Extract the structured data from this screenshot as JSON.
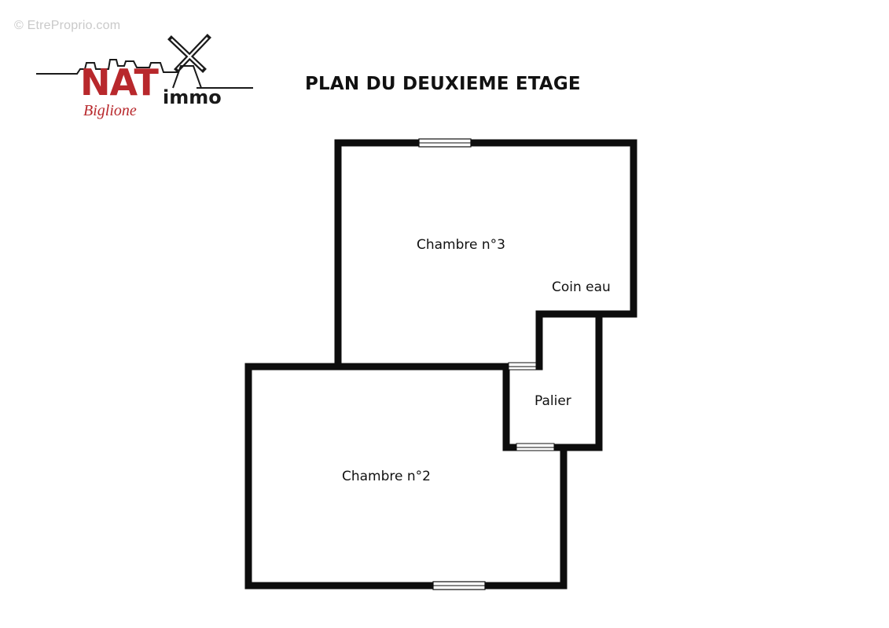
{
  "watermark": "© EtreProprio.com",
  "logo": {
    "brand": "NAT",
    "suffix": "immo",
    "tagline": "Biglione",
    "brand_color": "#b8282c",
    "suffix_color": "#1a1a1a",
    "icon": "windmill-icon"
  },
  "title": "PLAN DU DEUXIEME ETAGE",
  "rooms": [
    {
      "id": "chambre-3",
      "label": "Chambre n°3"
    },
    {
      "id": "coin-eau",
      "label": "Coin eau"
    },
    {
      "id": "palier",
      "label": "Palier"
    },
    {
      "id": "chambre-2",
      "label": "Chambre n°2"
    }
  ],
  "colors": {
    "wall": "#0d0d0d",
    "background": "#ffffff"
  }
}
